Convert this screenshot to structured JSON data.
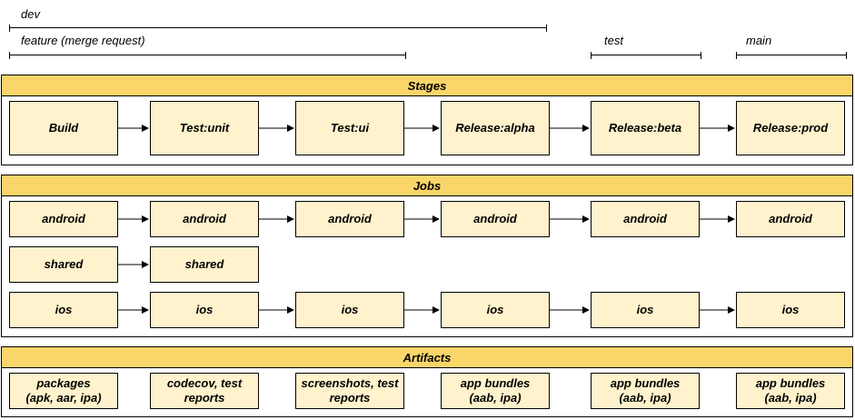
{
  "branches": {
    "dev": "dev",
    "feature": "feature (merge request)",
    "test": "test",
    "main": "main"
  },
  "stages": {
    "title": "Stages",
    "items": [
      "Build",
      "Test:unit",
      "Test:ui",
      "Release:alpha",
      "Release:beta",
      "Release:prod"
    ]
  },
  "jobs": {
    "title": "Jobs",
    "android": [
      "android",
      "android",
      "android",
      "android",
      "android",
      "android"
    ],
    "shared": [
      "shared",
      "shared"
    ],
    "ios": [
      "ios",
      "ios",
      "ios",
      "ios",
      "ios",
      "ios"
    ]
  },
  "artifacts": {
    "title": "Artifacts",
    "items": [
      "packages\n(apk, aar, ipa)",
      "codecov, test\nreports",
      "screenshots, test\nreports",
      "app bundles\n(aab, ipa)",
      "app bundles\n(aab, ipa)",
      "app bundles\n(aab, ipa)"
    ]
  },
  "colors": {
    "header_fill": "#fad56a",
    "node_fill": "#fff2cc",
    "stroke": "#000000"
  }
}
